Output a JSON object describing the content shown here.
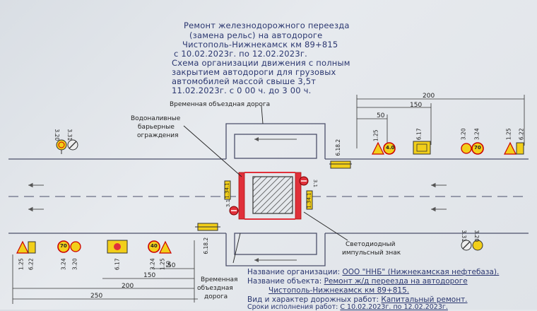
{
  "header": {
    "lines": [
      "Ремонт железнодорожного переезда",
      "(замена рельс) на автодороге",
      "Чистополь-Нижнекамск км 89+815",
      "с 10.02.2023г. по 12.02.2023г.",
      "Схема организации движения с полным",
      "закрытием автодороги для грузовых",
      "автомобилей массой свыше 3,5т",
      "11.02.2023г. с 0 00 ч. до 3 00 ч."
    ]
  },
  "labels": {
    "detour_top": "Временная объездная дорога",
    "water_barriers": [
      "Водоналивные",
      "барьерные",
      "ограждения"
    ],
    "led_sign": [
      "Светодиодный",
      "импульсный знак"
    ],
    "detour_bottom": [
      "Временная",
      "объездная",
      "дорога"
    ]
  },
  "dimensions": {
    "top_right": [
      "200",
      "150",
      "50"
    ],
    "bottom_left": [
      "250",
      "200",
      "150",
      "50"
    ]
  },
  "signs": {
    "top_left": [
      "3.20",
      "3.31"
    ],
    "top_right": [
      "1.25",
      "4.0",
      "6.17",
      "3.20",
      "3.24",
      "70",
      "1.25",
      "6.22"
    ],
    "road_right": [
      "6.18.2"
    ],
    "bottom_left": [
      "1.25",
      "6.22",
      "3.20",
      "3.24",
      "70",
      "6.17",
      "3.24",
      "40",
      "1.25",
      "50"
    ],
    "road_left": [
      "6.18.2"
    ],
    "bottom_right": [
      "3.31",
      "3.20"
    ],
    "crossing": [
      "1.34.1",
      "1.34.1",
      "3.1",
      "3.1"
    ]
  },
  "footer": {
    "org_label": "Название организации:",
    "org_value": "ООО \"ННБ\" (Нижнекамская нефтебаза).",
    "object_label": "Название объекта:",
    "object_value": "Ремонт ж/д переезда на автодороге",
    "object_value2": "Чистополь-Нижнекамск км 89+815.",
    "work_label": "Вид и характер дорожных работ:",
    "work_value": "Капитальный ремонт.",
    "dates_label": "Сроки исполнения работ:",
    "dates_value": "С 10.02.2023г. по 12.02.2023г."
  },
  "colors": {
    "ink": "#2b3770",
    "barrier": "#e0303a",
    "sign_yellow": "#f2cf1a",
    "paper": "#e2e6ea"
  }
}
